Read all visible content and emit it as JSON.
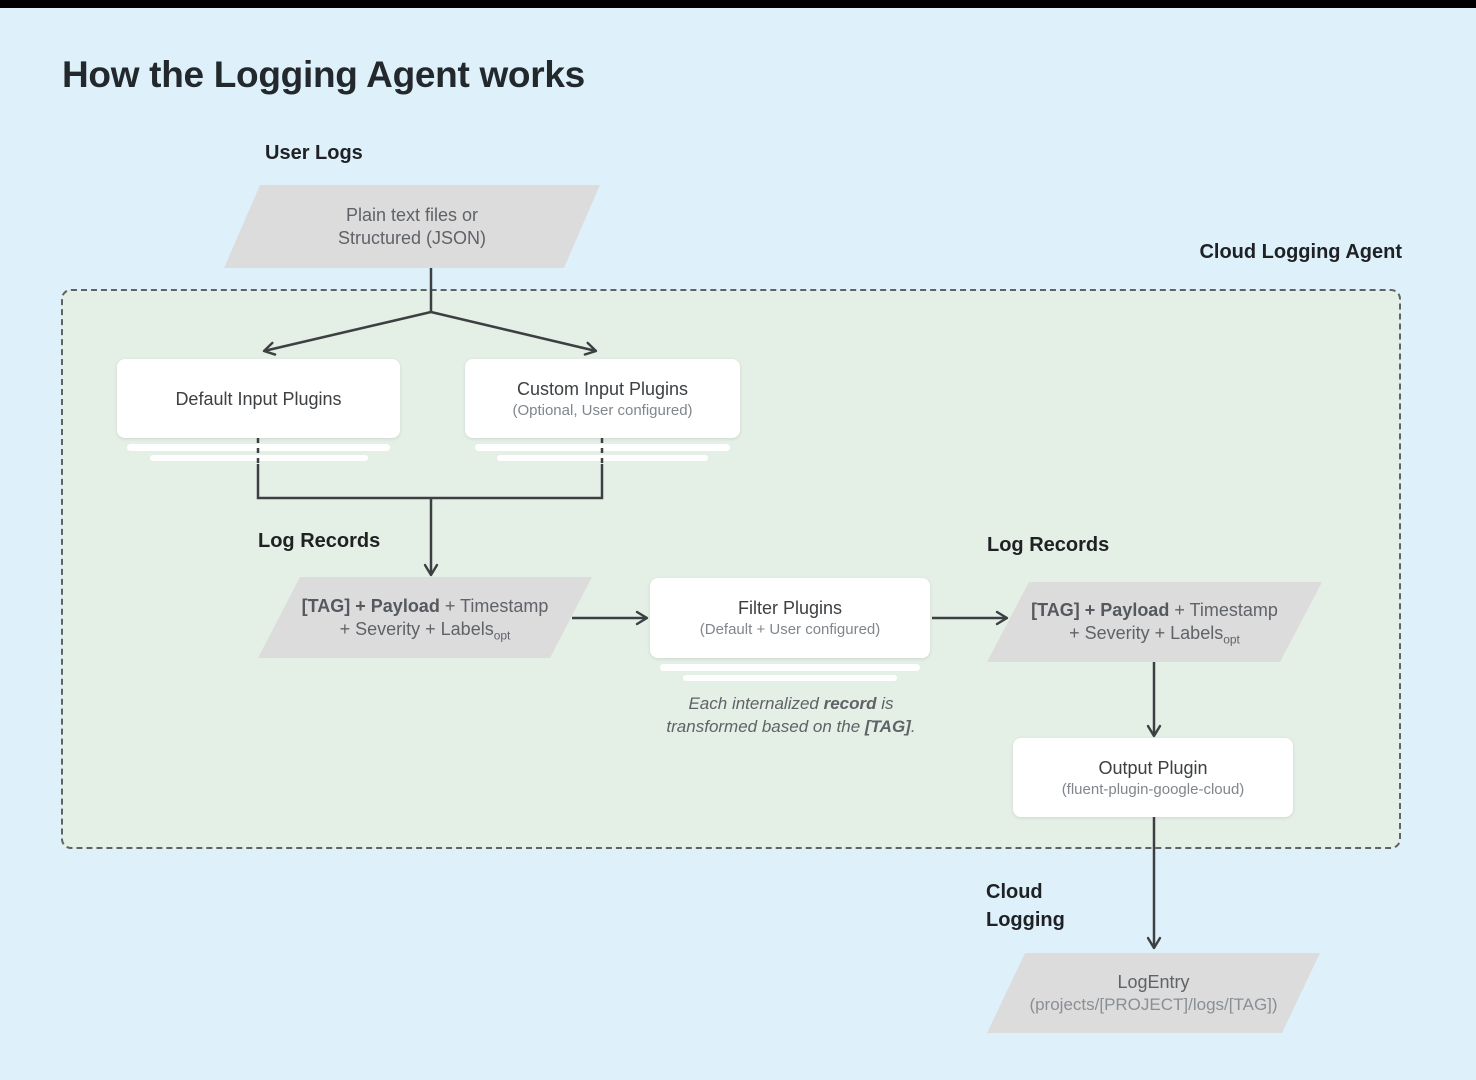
{
  "title": "How the Logging Agent works",
  "labels": {
    "user_logs": "User Logs",
    "cloud_logging_agent": "Cloud Logging Agent",
    "log_records_left": "Log Records",
    "log_records_right": "Log Records",
    "cloud_logging_line1": "Cloud",
    "cloud_logging_line2": "Logging"
  },
  "nodes": {
    "user_logs_file": {
      "line1": "Plain text files or",
      "line2": "Structured (JSON)"
    },
    "default_input_plugins": {
      "title": "Default Input Plugins"
    },
    "custom_input_plugins": {
      "title": "Custom Input Plugins",
      "subtitle": "(Optional, User configured)"
    },
    "log_record_left": {
      "bold": "[TAG] + Payload",
      "line1_rest": " + Timestamp",
      "line2": "+ Severity + Labels",
      "subscript": "opt"
    },
    "filter_plugins": {
      "title": "Filter Plugins",
      "subtitle": "(Default + User configured)"
    },
    "log_record_right": {
      "bold": "[TAG] + Payload",
      "line1_rest": " + Timestamp",
      "line2": "+ Severity + Labels",
      "subscript": "opt"
    },
    "output_plugin": {
      "title": "Output Plugin",
      "subtitle": "(fluent-plugin-google-cloud)"
    },
    "log_entry": {
      "title": "LogEntry",
      "subtitle": "(projects/[PROJECT]/logs/[TAG])"
    }
  },
  "note": {
    "p1": "Each internalized ",
    "b1": "record",
    "p2": " is transformed based on the ",
    "b2": "[TAG]",
    "p3": "."
  },
  "colors": {
    "page_background": "#def1fb",
    "agent_region_fill": "#e4efe6",
    "agent_region_border": "#5f6368",
    "shape_gray": "#dcdcdc",
    "node_fill": "#ffffff",
    "arrow": "#3c4043",
    "heading_text": "#202124",
    "body_text": "#5f6368",
    "muted_text": "#80868b"
  }
}
